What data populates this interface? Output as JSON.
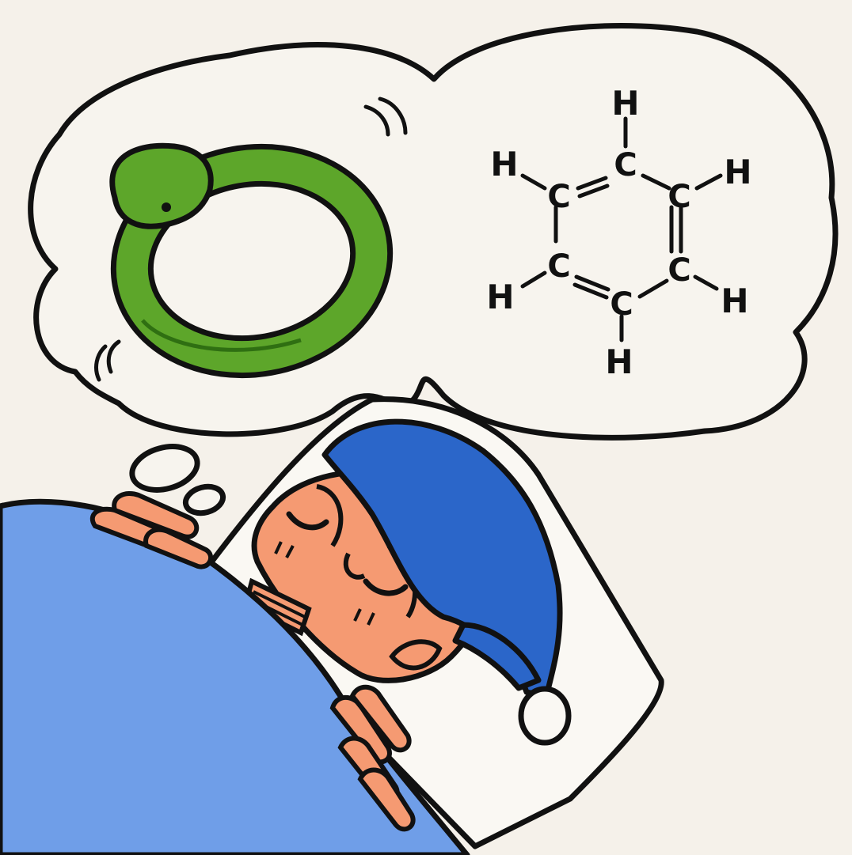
{
  "colors": {
    "background": "#f5f1ea",
    "outline": "#111111",
    "bubble_fill": "#f7f4ee",
    "snake_green": "#5da62a",
    "snake_dark": "#2f6f12",
    "blanket_blue": "#6f9ee8",
    "cap_blue": "#2b66c9",
    "skin": "#f59a72",
    "pillow": "#faf8f3"
  },
  "illustration": {
    "subject": "sleeping-person-dreaming",
    "dream_left": "snake-biting-tail-icon",
    "dream_right": "benzene-structural-formula"
  },
  "formula": {
    "top_h": "H",
    "top_c": "C",
    "upper_left_h": "H",
    "upper_left_c": "C",
    "upper_right_c": "C",
    "upper_right_h": "H",
    "lower_left_h": "H",
    "lower_left_c": "C",
    "lower_right_c": "C",
    "lower_right_h": "H",
    "bottom_c": "C",
    "bottom_h": "H"
  }
}
